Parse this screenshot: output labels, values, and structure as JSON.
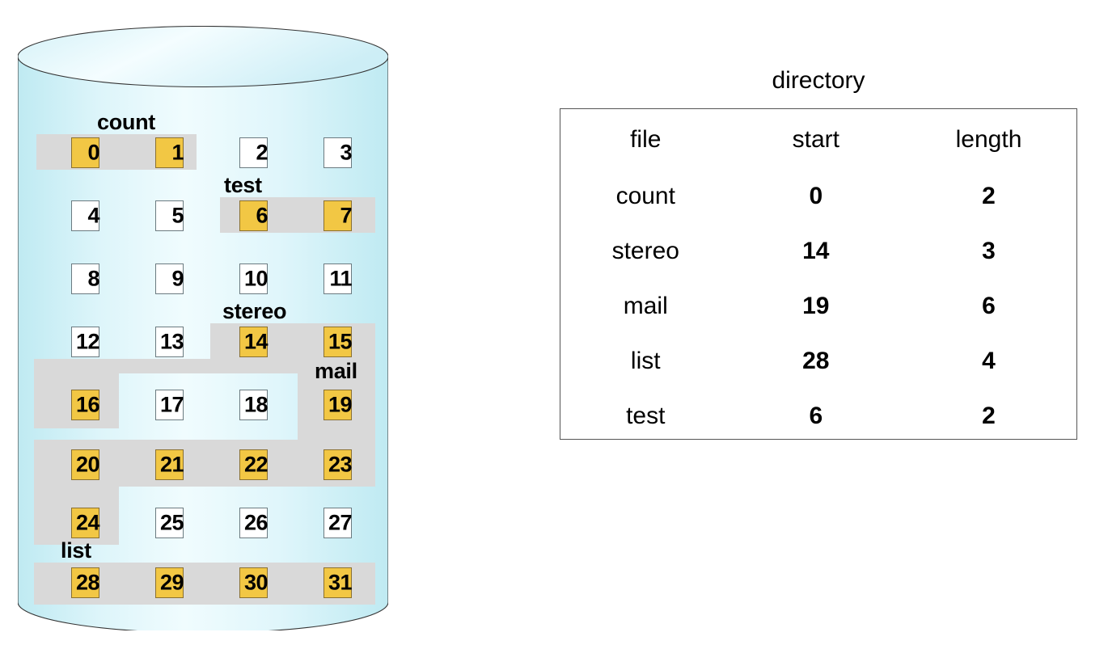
{
  "disk": {
    "name": "disk-platter",
    "total_blocks": 32,
    "columns": 4,
    "rows": 8,
    "block_labels": [
      "0",
      "1",
      "2",
      "3",
      "4",
      "5",
      "6",
      "7",
      "8",
      "9",
      "10",
      "11",
      "12",
      "13",
      "14",
      "15",
      "16",
      "17",
      "18",
      "19",
      "20",
      "21",
      "22",
      "23",
      "24",
      "25",
      "26",
      "27",
      "28",
      "29",
      "30",
      "31"
    ],
    "allocated_blocks": [
      0,
      1,
      6,
      7,
      14,
      15,
      16,
      19,
      20,
      21,
      22,
      23,
      24,
      28,
      29,
      30,
      31
    ],
    "free_blocks": [
      2,
      3,
      4,
      5,
      8,
      9,
      10,
      11,
      12,
      13,
      17,
      18,
      25,
      26,
      27
    ],
    "file_labels": [
      {
        "name": "count",
        "blocks": [
          0,
          1
        ]
      },
      {
        "name": "test",
        "blocks": [
          6,
          7
        ]
      },
      {
        "name": "stereo",
        "blocks": [
          14,
          15,
          16
        ]
      },
      {
        "name": "mail",
        "blocks": [
          19,
          20,
          21,
          22,
          23,
          24
        ]
      },
      {
        "name": "list",
        "blocks": [
          28,
          29,
          30,
          31
        ]
      }
    ]
  },
  "directory": {
    "title": "directory",
    "headers": [
      "file",
      "start",
      "length"
    ],
    "rows": [
      {
        "file": "count",
        "start": "0",
        "length": "2"
      },
      {
        "file": "stereo",
        "start": "14",
        "length": "3"
      },
      {
        "file": "mail",
        "start": "19",
        "length": "6"
      },
      {
        "file": "list",
        "start": "28",
        "length": "4"
      },
      {
        "file": "test",
        "start": "6",
        "length": "2"
      }
    ]
  },
  "colors": {
    "allocated_block": "#f2c744",
    "free_block": "#ffffff",
    "band": "#d9d9d9",
    "disk_edge": "#bfeaf2",
    "disk_center": "#f0fcfe",
    "outline": "#333333"
  }
}
